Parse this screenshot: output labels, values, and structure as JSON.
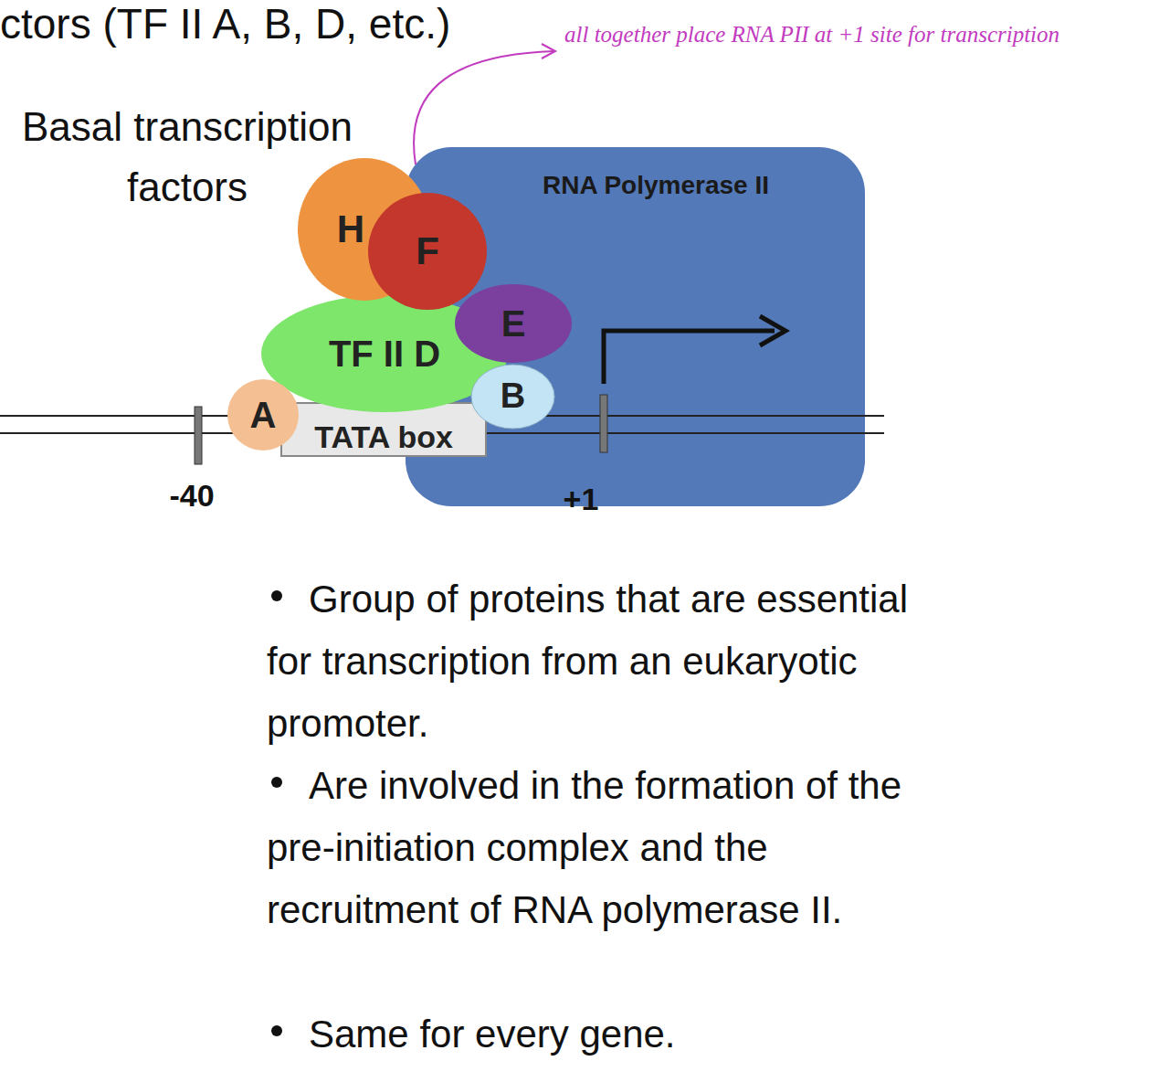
{
  "diagram": {
    "nodes": [
      {
        "text": [
          "RNA Polymerase II"
        ]
      },
      {
        "text": [
          "H"
        ]
      },
      {
        "text": [
          "F"
        ]
      },
      {
        "text": [
          "TF II D"
        ]
      },
      {
        "text": [
          "E"
        ]
      },
      {
        "text": [
          "A"
        ]
      },
      {
        "text": [
          "TATA box"
        ]
      },
      {
        "text": [
          "B"
        ]
      }
    ],
    "labels": [
      "ctors (TF II A, B, D, etc.)",
      "all together place RNA PII at +1 site for transcription",
      "Basal transcription factors",
      "-40",
      "+1",
      "Group of proteins that are essential for transcription from an eukaryotic promoter.",
      "Are involved in the formation of the pre-initiation complex and the recruitment of RNA polymerase II.",
      "Same for every gene."
    ]
  }
}
